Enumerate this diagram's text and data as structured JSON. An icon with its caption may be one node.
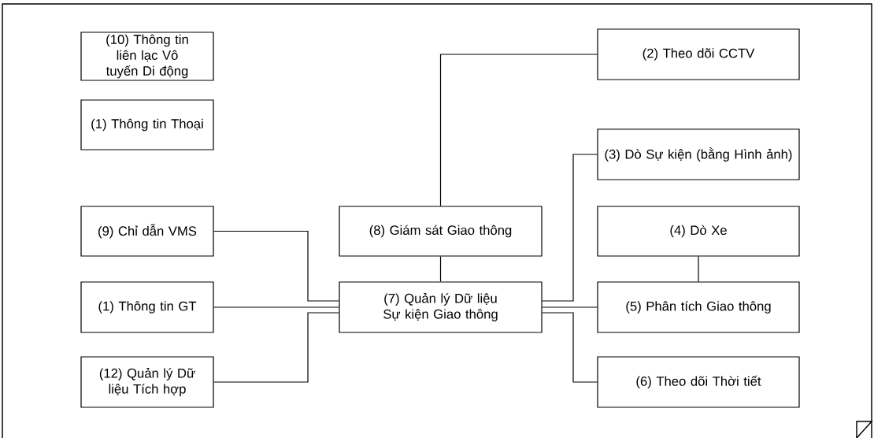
{
  "diagram": {
    "nodes": [
      {
        "text": [
          "(10) Thông tin liên lạc Vô tuyến Di động"
        ]
      },
      {
        "text": [
          "(1) Thông tin Thoại"
        ]
      },
      {
        "text": [
          "(2) Theo dõi CCTV"
        ]
      },
      {
        "text": [
          "(3) Dò Sự kiện (bằng Hình ảnh)"
        ]
      },
      {
        "text": [
          "(9) Chỉ dẫn VMS"
        ]
      },
      {
        "text": [
          "(8) Giám sát Giao thông"
        ]
      },
      {
        "text": [
          "(4) Dò Xe"
        ]
      },
      {
        "text": [
          "(1) Thông tin GT"
        ]
      },
      {
        "text": [
          "(7) Quản lý Dữ liệu Sự kiện Giao thông"
        ]
      },
      {
        "text": [
          "(5) Phân tích Giao thông"
        ]
      },
      {
        "text": [
          "(12) Quản lý Dữ liệu Tích hợp"
        ]
      },
      {
        "text": [
          "(6) Theo dõi Thời tiết"
        ]
      }
    ],
    "edges": [
      {
        "from": 8,
        "to": 4,
        "arrow": "none"
      },
      {
        "from": 8,
        "to": 7,
        "arrow": "none"
      },
      {
        "from": 8,
        "to": 10,
        "arrow": "none"
      },
      {
        "from": 8,
        "to": 5,
        "arrow": "none"
      },
      {
        "from": 5,
        "to": 2,
        "arrow": "none"
      },
      {
        "from": 8,
        "to": 3,
        "arrow": "none"
      },
      {
        "from": 8,
        "to": 9,
        "arrow": "none"
      },
      {
        "from": 8,
        "to": 11,
        "arrow": "none"
      },
      {
        "from": 6,
        "to": 9,
        "arrow": "none"
      }
    ]
  }
}
